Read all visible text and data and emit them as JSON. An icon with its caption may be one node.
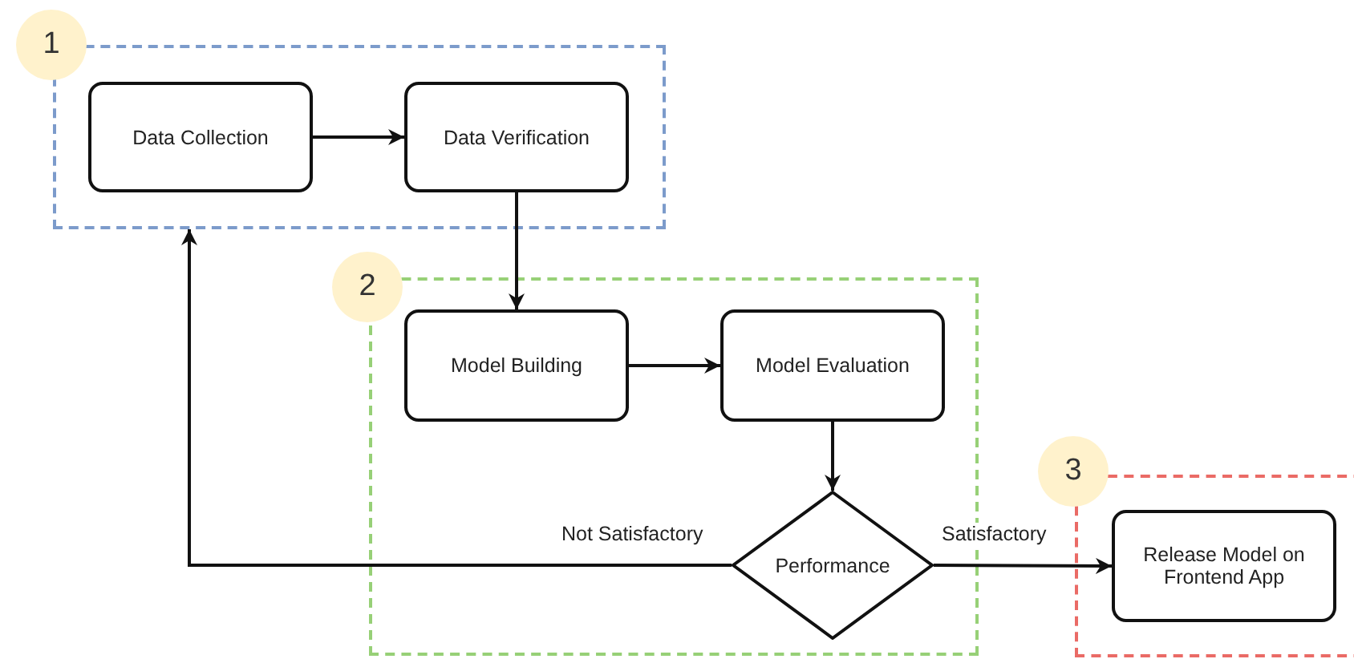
{
  "diagram": {
    "nodes": [
      {
        "text": [
          "1"
        ]
      },
      {
        "text": [],
        "shape": "box"
      },
      {
        "text": [
          "Data Collection"
        ],
        "in": 1
      },
      {
        "text": [
          "Data Verification"
        ],
        "in": 1
      },
      {
        "text": [
          "2"
        ]
      },
      {
        "text": [],
        "shape": "box"
      },
      {
        "text": [
          "Model Building"
        ],
        "in": 5
      },
      {
        "text": [
          "Model Evaluation"
        ],
        "in": 5
      },
      {
        "text": [
          "Performance"
        ],
        "in": 5
      },
      {
        "text": [
          "3"
        ]
      },
      {
        "text": [],
        "shape": "box"
      },
      {
        "text": [
          "Release Model on Frontend App"
        ],
        "in": 10
      }
    ],
    "edges": [
      {
        "from": 2,
        "to": 3,
        "arrow": "to"
      },
      {
        "from": 3,
        "to": 6,
        "arrow": "to"
      },
      {
        "from": 6,
        "to": 7,
        "arrow": "to"
      },
      {
        "from": 7,
        "to": 8,
        "arrow": "to"
      },
      {
        "from": 8,
        "to": 1,
        "arrow": "to",
        "label": "Not Satisfactory"
      },
      {
        "from": 8,
        "to": 11,
        "arrow": "to",
        "label": "Satisfactory"
      }
    ]
  }
}
